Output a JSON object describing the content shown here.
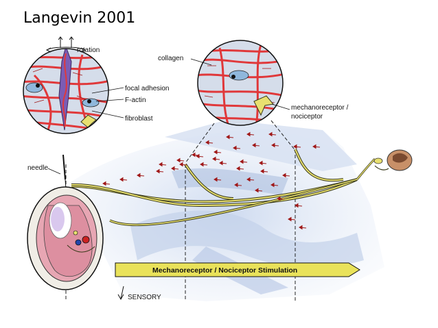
{
  "slide": {
    "title": "Langevin 2001"
  },
  "labels": {
    "rotation": "rotation",
    "collagen": "collagen",
    "focal_adhesion": "focal adhesion",
    "f_actin": "F-actin",
    "fibroblast": "fibroblast",
    "mechanoreceptor": "mechanoreceptor /",
    "nociceptor": "nociceptor",
    "needle": "needle",
    "stimulation": "Mechanoreceptor / Nociceptor Stimulation",
    "sensory_cut": "SENSORY"
  },
  "colors": {
    "collagen": "#e0383a",
    "nerve": "#e8e070",
    "nerve_outline": "#3a3a1a",
    "tissue_blue": "#b9cbe6",
    "skin_pink": "#e7a6b3",
    "needle": "#7b5cb4"
  }
}
